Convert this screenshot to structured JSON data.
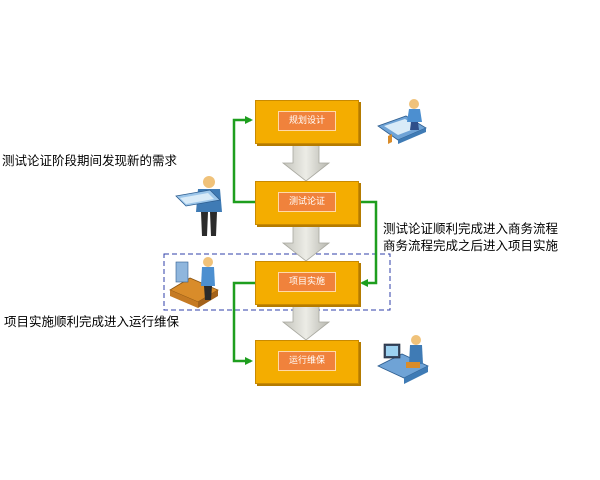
{
  "process": {
    "steps": [
      "规划设计",
      "测试论证",
      "项目实施",
      "运行维保"
    ]
  },
  "annotations": {
    "test_feedback": "测试论证阶段期间发现新的需求",
    "test_success": "测试论证顺利完成进入商务流程",
    "business_done": "商务流程完成之后进入项目实施",
    "impl_success": "项目实施顺利完成进入运行维保"
  },
  "colors": {
    "box_fill": "#f4ad00",
    "box_inner": "#f0823c",
    "flow_arrow": "#d0d0c8",
    "side_arrow": "#1e9e1e",
    "highlight_border": "#2f3fa8"
  },
  "icons": [
    "planner-figure-icon",
    "tester-figure-icon",
    "implementer-figure-icon",
    "maintainer-figure-icon"
  ]
}
